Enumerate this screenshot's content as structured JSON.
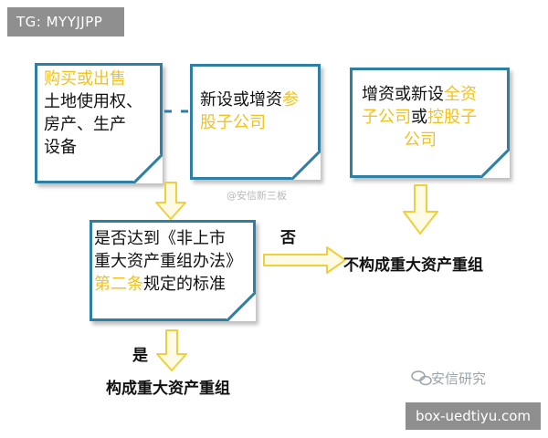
{
  "tag_top": "TG: MYYJJPP",
  "tag_bottom": "box-uedtiyu.com",
  "box1": {
    "line1": "购买或出售",
    "line2": "土地使用权、",
    "line3": "房产、生产",
    "line4": "设备"
  },
  "box2": {
    "line1a": "新设或增资",
    "line1b": "参",
    "line2": "股子公司"
  },
  "box3": {
    "line1a": "增资或新设",
    "line1b": "全资",
    "line2a": "子公司",
    "line2b": "或",
    "line2c": "控股子",
    "line3": "公司"
  },
  "box4": {
    "line1": "是否达到《非上市",
    "line2": "重大资产重组办法》",
    "line3a": "第二条",
    "line3b": "规定的标准"
  },
  "no_label": "否",
  "yes_label": "是",
  "result_no": "不构成重大资产重组",
  "result_yes": "构成重大资产重组",
  "watermark": "@安信新三板",
  "logo": "安信研究",
  "colors": {
    "border": "#2d7fa3",
    "arrow_fill": "#fdfbe6",
    "arrow_stroke": "#f0cf3c",
    "highlight": "#f3c21b"
  }
}
